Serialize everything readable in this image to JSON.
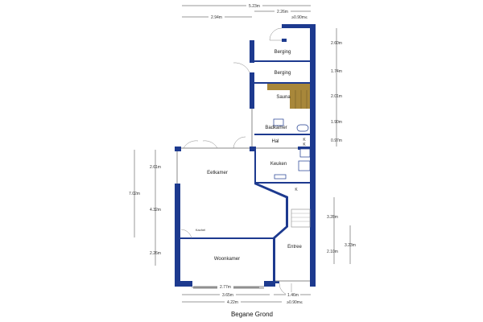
{
  "title": "Begane Grond",
  "rooms": {
    "berging1": "Berging",
    "berging2": "Berging",
    "sauna": "Sauna",
    "badkamer": "Badkamer",
    "hal": "Hal",
    "keuken": "Keuken",
    "eetkamer": "Eetkamer",
    "kachel": "Kachel",
    "woonkamer": "Woonkamer",
    "entree": "Entree",
    "k1": "K",
    "k2": "K",
    "k3": "K"
  },
  "dimensions": {
    "top_total": "5.23m",
    "top_right": "2.26m",
    "top_left": "2.94m",
    "top_door": "≥0.90m≤",
    "right_1": "2.60m",
    "right_2": "1.74m",
    "right_3": "2.01m",
    "right_4": "1.90m",
    "right_5": "0.97m",
    "right_6": "3.28m",
    "right_7": "2.10m",
    "right_8": "3.23m",
    "left_total": "7.02m",
    "left_1": "2.61m",
    "left_2": "4.32m",
    "left_3": "2.26m",
    "bottom_window": "2.77m",
    "bottom_left": "3.65m",
    "bottom_right": "1.46m",
    "bottom_total": "4.22m",
    "bottom_door": "≥0.90m≤"
  },
  "colors": {
    "wall": "#1d3a8f",
    "sauna": "#a8873a"
  }
}
